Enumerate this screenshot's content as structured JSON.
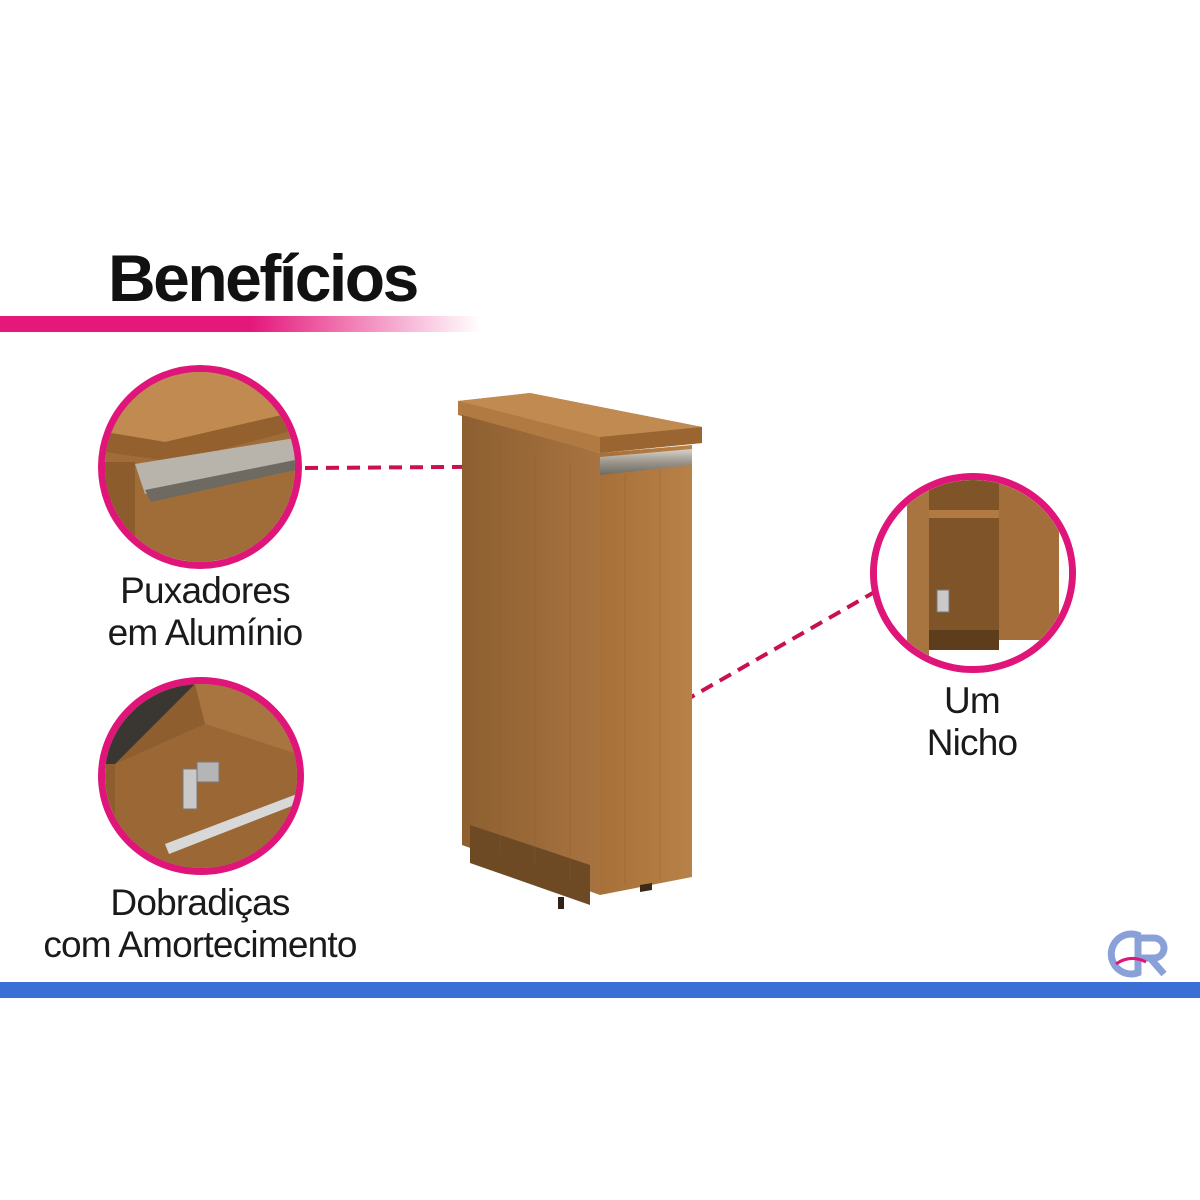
{
  "header": {
    "title": "Benefícios"
  },
  "features": {
    "handles": {
      "line1": "Puxadores",
      "line2": "em Alumínio",
      "icon": "aluminum-handle-detail"
    },
    "hinges": {
      "line1": "Dobradiças",
      "line2": "com Amortecimento",
      "icon": "soft-close-hinge-detail"
    },
    "niche": {
      "line1": "Um",
      "line2": "Nicho",
      "icon": "interior-niche-detail"
    }
  },
  "product": {
    "name": "wooden-cabinet"
  },
  "logo": {
    "text": "CR"
  },
  "colors": {
    "accent": "#e0157a",
    "bar": "#3b6fd6",
    "wood": "#9a6a36",
    "text": "#1a1a1a"
  }
}
